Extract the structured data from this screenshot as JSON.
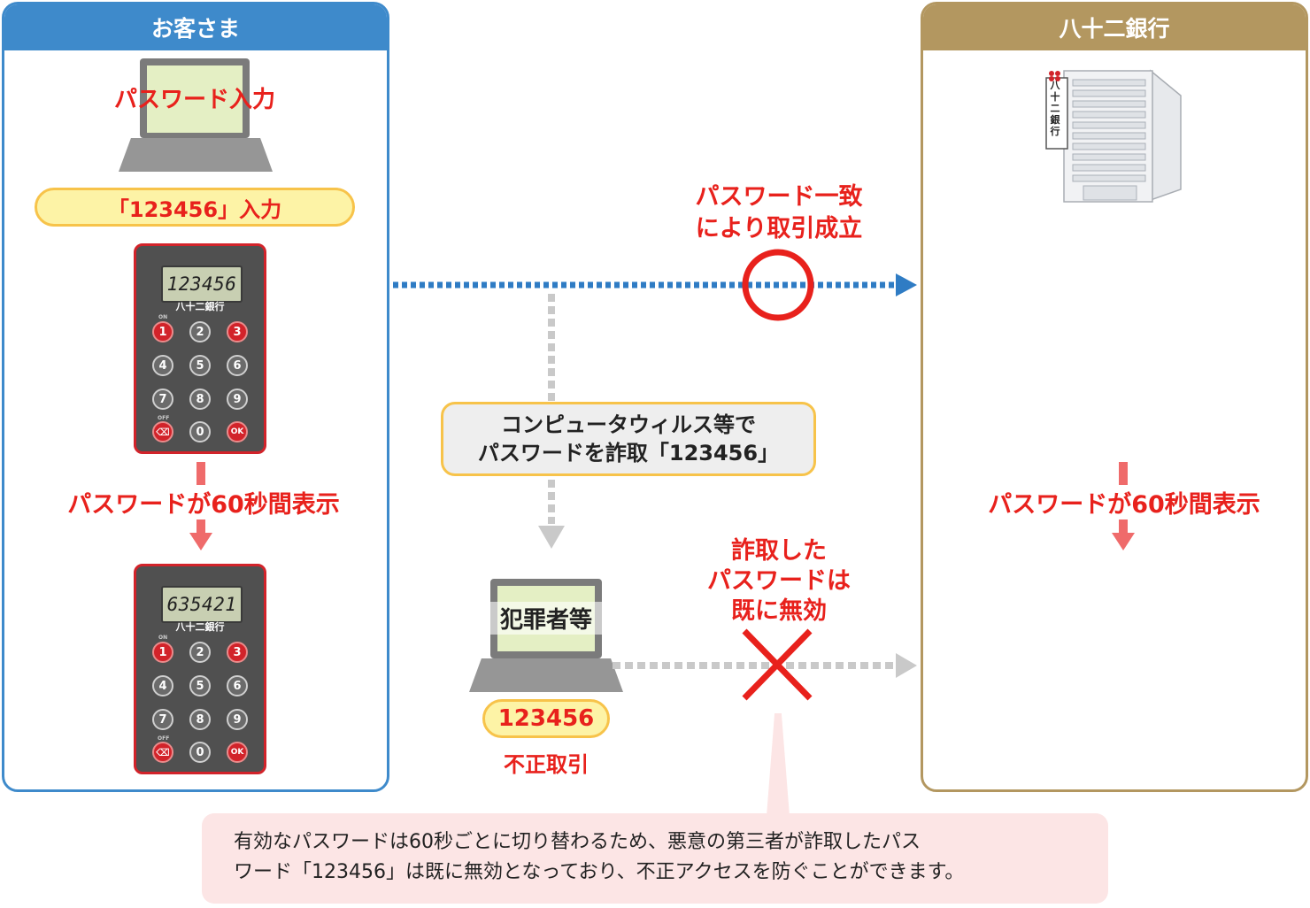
{
  "customer": {
    "header": "お客さま",
    "password_entry_label": "パスワード入力",
    "input_pill": "「123456」入力",
    "display_label": "パスワードが60秒間表示"
  },
  "bank": {
    "header": "八十二銀行",
    "building_sign": "八十二銀行",
    "display_label": "パスワードが60秒間表示"
  },
  "token": {
    "brand": "八十二銀行",
    "code_before": "123456",
    "code_after": "635421",
    "on_label": "ON",
    "off_label": "OFF",
    "keys": [
      "1",
      "2",
      "3",
      "4",
      "5",
      "6",
      "7",
      "8",
      "9",
      "⌫",
      "0",
      "OK"
    ]
  },
  "flow": {
    "success_line1": "パスワード一致",
    "success_line2": "により取引成立",
    "virus_line1": "コンピュータウィルス等で",
    "virus_line2": "パスワードを詐取「123456」",
    "criminal_label": "犯罪者等",
    "stolen_code": "123456",
    "fraud_label": "不正取引",
    "invalid_line1": "詐取した",
    "invalid_line2": "パスワードは",
    "invalid_line3": "既に無効"
  },
  "note": {
    "line1": "有効なパスワードは60秒ごとに切り替わるため、悪意の第三者が詐取したパス",
    "line2": "ワード「123456」は既に無効となっており、不正アクセスを防ぐことができます。"
  },
  "colors": {
    "customer_blue": "#3e8acb",
    "bank_gold": "#b39760",
    "alert_red": "#e8211c",
    "pill_yellow": "#fdf3a6"
  }
}
